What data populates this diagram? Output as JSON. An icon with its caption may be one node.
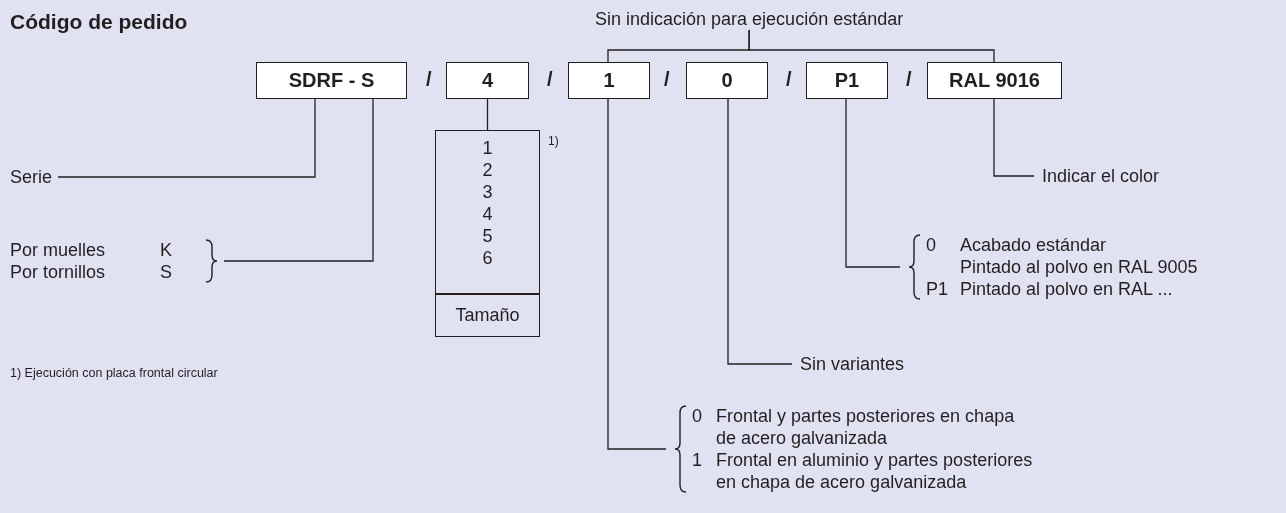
{
  "diagram": {
    "title": "Código de pedido",
    "nodes": [
      {
        "text": [
          "Sin indicación para ejecución estándar"
        ]
      },
      {
        "text": [
          "SDRF - S"
        ]
      },
      {
        "text": [
          "4"
        ]
      },
      {
        "text": [
          "1"
        ]
      },
      {
        "text": [
          "0"
        ]
      },
      {
        "text": [
          "P1"
        ]
      },
      {
        "text": [
          "RAL 9016"
        ]
      },
      {
        "text": [
          "Serie"
        ]
      },
      {
        "text": [
          "Por muelles",
          "K",
          "Por tornillos",
          "S"
        ]
      },
      {
        "text": [
          "1 2 3 4 5 6",
          "Tamaño"
        ],
        "beside": [
          "1)"
        ]
      },
      {
        "text": [
          "Indicar el color"
        ]
      },
      {
        "text": [
          "0",
          "Acabado estándar",
          "Pintado al polvo en RAL 9005",
          "P1",
          "Pintado al polvo en RAL ..."
        ]
      },
      {
        "text": [
          "Sin variantes"
        ]
      },
      {
        "text": [
          "0",
          "Frontal y partes posteriores en chapa de acero galvanizada",
          "1",
          "Frontal en aluminio y partes posteriores en chapa de acero galvanizada"
        ]
      }
    ],
    "edges": [
      {
        "from": 0,
        "to": 3,
        "arrow": "none"
      },
      {
        "from": 0,
        "to": 6,
        "arrow": "none"
      },
      {
        "from": 1,
        "to": 7,
        "arrow": "none"
      },
      {
        "from": 1,
        "to": 8,
        "arrow": "none"
      },
      {
        "from": 2,
        "to": 9,
        "arrow": "none"
      },
      {
        "from": 3,
        "to": 13,
        "arrow": "none"
      },
      {
        "from": 4,
        "to": 12,
        "arrow": "none"
      },
      {
        "from": 5,
        "to": 11,
        "arrow": "none"
      },
      {
        "from": 6,
        "to": 10,
        "arrow": "none"
      }
    ],
    "labels": [
      "/",
      "/",
      "/",
      "/",
      "/",
      "1) Ejecución con placa frontal circular"
    ]
  }
}
